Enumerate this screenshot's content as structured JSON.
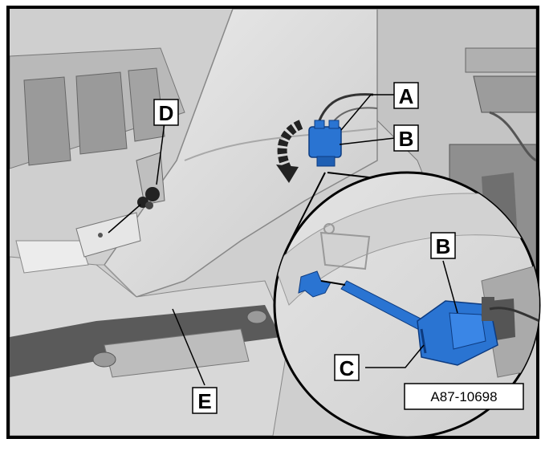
{
  "figure": {
    "reference_id": "A87-10698",
    "callouts": {
      "a": "A",
      "b": "B",
      "b_detail": "B",
      "c": "C",
      "d": "D",
      "e": "E"
    }
  },
  "colors": {
    "connector_blue": "#2a74d2",
    "panel_gray": "#d6d6d6",
    "shadow_gray": "#7d7d7d"
  }
}
